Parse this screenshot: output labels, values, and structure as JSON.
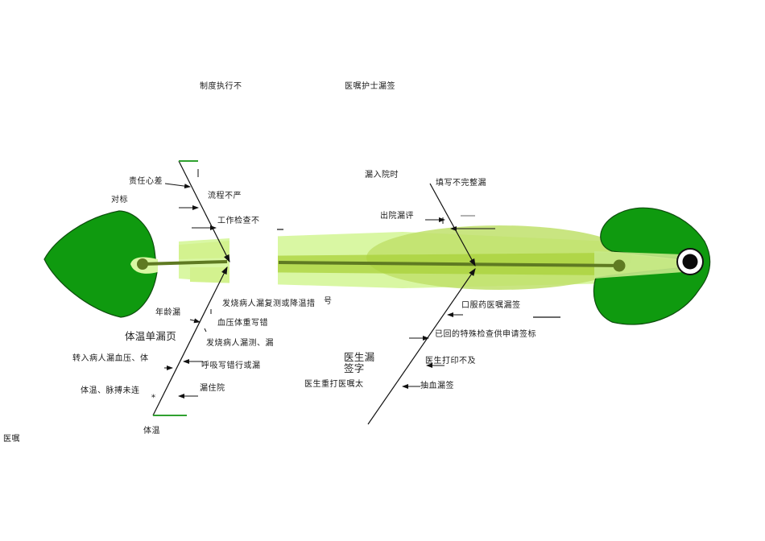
{
  "diagram": {
    "categories": {
      "top_left": "制度执行不",
      "top_right": "医嘱护士漏签",
      "bottom_left": "体温单漏页",
      "bottom_right": "医生漏签字"
    },
    "causes": {
      "c1": "责任心差",
      "c2": "对标",
      "c3": "流程不严",
      "c4": "工作检查不",
      "c5": "漏入院时",
      "c6": "填写不完整漏",
      "c7": "出院漏评",
      "c8": "年龄漏",
      "c9": "发烧病人漏复测或降温措",
      "c10": "血压体重写错",
      "c11": "发烧病人漏测、漏",
      "c12": "转入病人漏血压、体",
      "c13": "呼吸写错行或漏",
      "c14": "体温、脉搏未连",
      "c15": "漏住院",
      "c16": "体温",
      "c17": "医嘱",
      "c18": "口服药医嘱漏签",
      "c19": "已回的特殊检查供申请签标",
      "c20": "医生打印不及",
      "c21": "医生重打医嘱太",
      "c22": "抽血漏签",
      "c23": "号",
      "c24": "*"
    },
    "colors": {
      "fish_dark": "#0f9a0f",
      "fish_outline": "#0d4d0d",
      "band_light": "#d9f7a3",
      "band_mid": "#a9d13a",
      "spine": "#5f7a22",
      "ink": "#111111"
    }
  }
}
